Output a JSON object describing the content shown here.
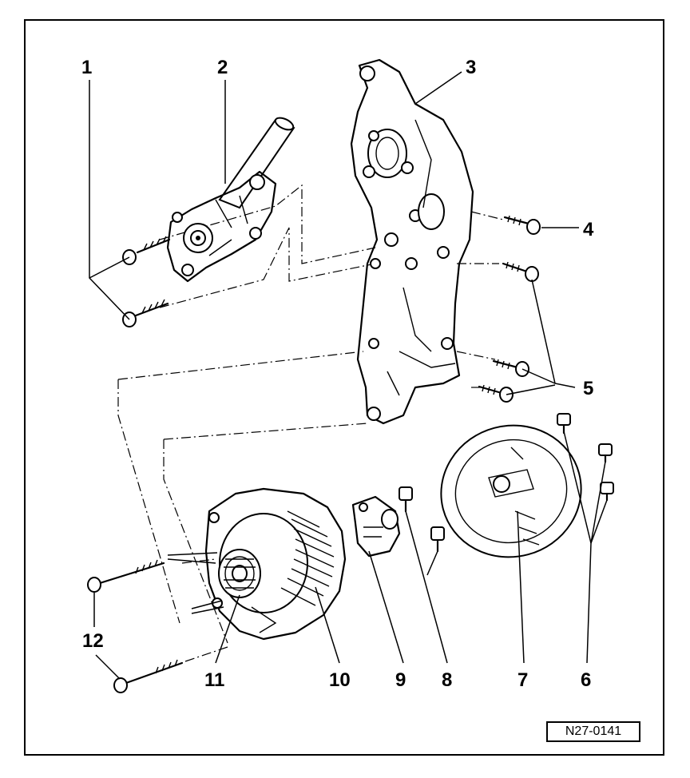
{
  "figure_id": "N27-0141",
  "callouts": [
    {
      "id": "1",
      "label": "1"
    },
    {
      "id": "2",
      "label": "2"
    },
    {
      "id": "3",
      "label": "3"
    },
    {
      "id": "4",
      "label": "4"
    },
    {
      "id": "5",
      "label": "5"
    },
    {
      "id": "6",
      "label": "6"
    },
    {
      "id": "7",
      "label": "7"
    },
    {
      "id": "8",
      "label": "8"
    },
    {
      "id": "9",
      "label": "9"
    },
    {
      "id": "10",
      "label": "10"
    },
    {
      "id": "11",
      "label": "11"
    },
    {
      "id": "12",
      "label": "12"
    }
  ]
}
